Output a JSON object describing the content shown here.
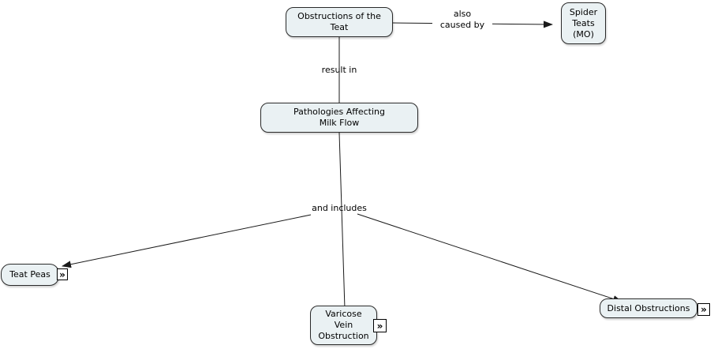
{
  "app": {
    "type": "concept-map"
  },
  "colors": {
    "background": "#ffffff",
    "node_fill": "#eaf1f3",
    "node_border": "#2a2a2a",
    "line": "#1a1a1a",
    "text": "#000000"
  },
  "nodes": {
    "obstructions": {
      "label": "Obstructions of the\nTeat"
    },
    "spider_teats": {
      "label": "Spider\nTeats\n(MO)"
    },
    "pathologies": {
      "label": "Pathologies Affecting\nMilk Flow"
    },
    "teat_peas": {
      "label": "Teat Peas"
    },
    "varicose": {
      "label": "Varicose\nVein\nObstruction"
    },
    "distal": {
      "label": "Distal Obstructions"
    }
  },
  "links": {
    "also_caused_by": {
      "label": "also\ncaused by"
    },
    "result_in": {
      "label": "result in"
    },
    "and_includes": {
      "label": "and includes"
    }
  },
  "icons": {
    "expand_chevron": "»"
  }
}
